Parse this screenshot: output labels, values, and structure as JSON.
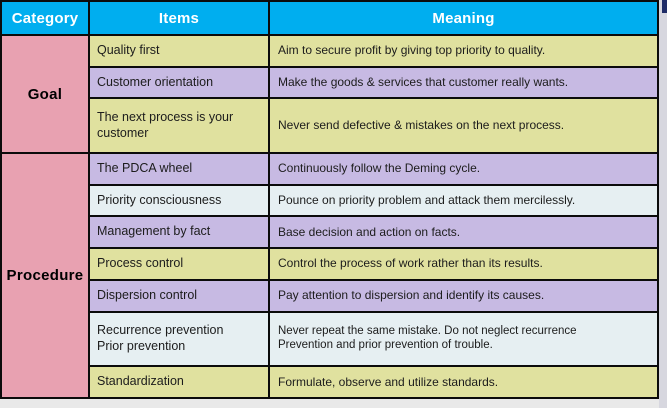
{
  "table": {
    "headers": [
      {
        "label": "Category"
      },
      {
        "label": "Items"
      },
      {
        "label": "Meaning"
      }
    ],
    "categories": [
      {
        "label": "Goal",
        "rowspan": 3
      },
      {
        "label": "Procedure",
        "rowspan": 7
      }
    ],
    "rows": [
      {
        "item": "Quality first",
        "meaning": "Aim to secure profit by giving top priority to quality.",
        "tone": "yellow"
      },
      {
        "item": "Customer orientation",
        "meaning": "Make the goods & services that customer really wants.",
        "tone": "lavender"
      },
      {
        "item": "The next process is your customer",
        "meaning": "Never send defective & mistakes on the next process.",
        "tone": "yellow"
      },
      {
        "item": "The PDCA wheel",
        "meaning": "Continuously follow the Deming cycle.",
        "tone": "lavender"
      },
      {
        "item": "Priority consciousness",
        "meaning": "Pounce on priority problem and  attack them mercilessly.",
        "tone": "pale"
      },
      {
        "item": "Management by fact",
        "meaning": "Base decision and action on facts.",
        "tone": "lavender"
      },
      {
        "item": "Process control",
        "meaning": "Control the process of work rather  than its results.",
        "tone": "yellow"
      },
      {
        "item": "Dispersion control",
        "meaning": "Pay attention to dispersion and identify its causes.",
        "tone": "lavender"
      },
      {
        "item": "Recurrence prevention\nPrior prevention",
        "meaning": "Never repeat the same mistake. Do not neglect recurrence\nPrevention and prior prevention of trouble.",
        "tone": "pale"
      },
      {
        "item": "Standardization",
        "meaning": "Formulate, observe and utilize standards.",
        "tone": "yellow"
      }
    ]
  },
  "colors": {
    "header_bg": "#00AEEF",
    "category_bg": "#E8A1B1",
    "row_yellow": "#E0E19F",
    "row_lavender": "#C7BAE3",
    "row_pale": "#E6EFF2",
    "border": "#0B0B0B",
    "page_bg": "#E9E9E9",
    "right_strip": "#D7D7DF",
    "corner_accent": "#1F2C67"
  }
}
